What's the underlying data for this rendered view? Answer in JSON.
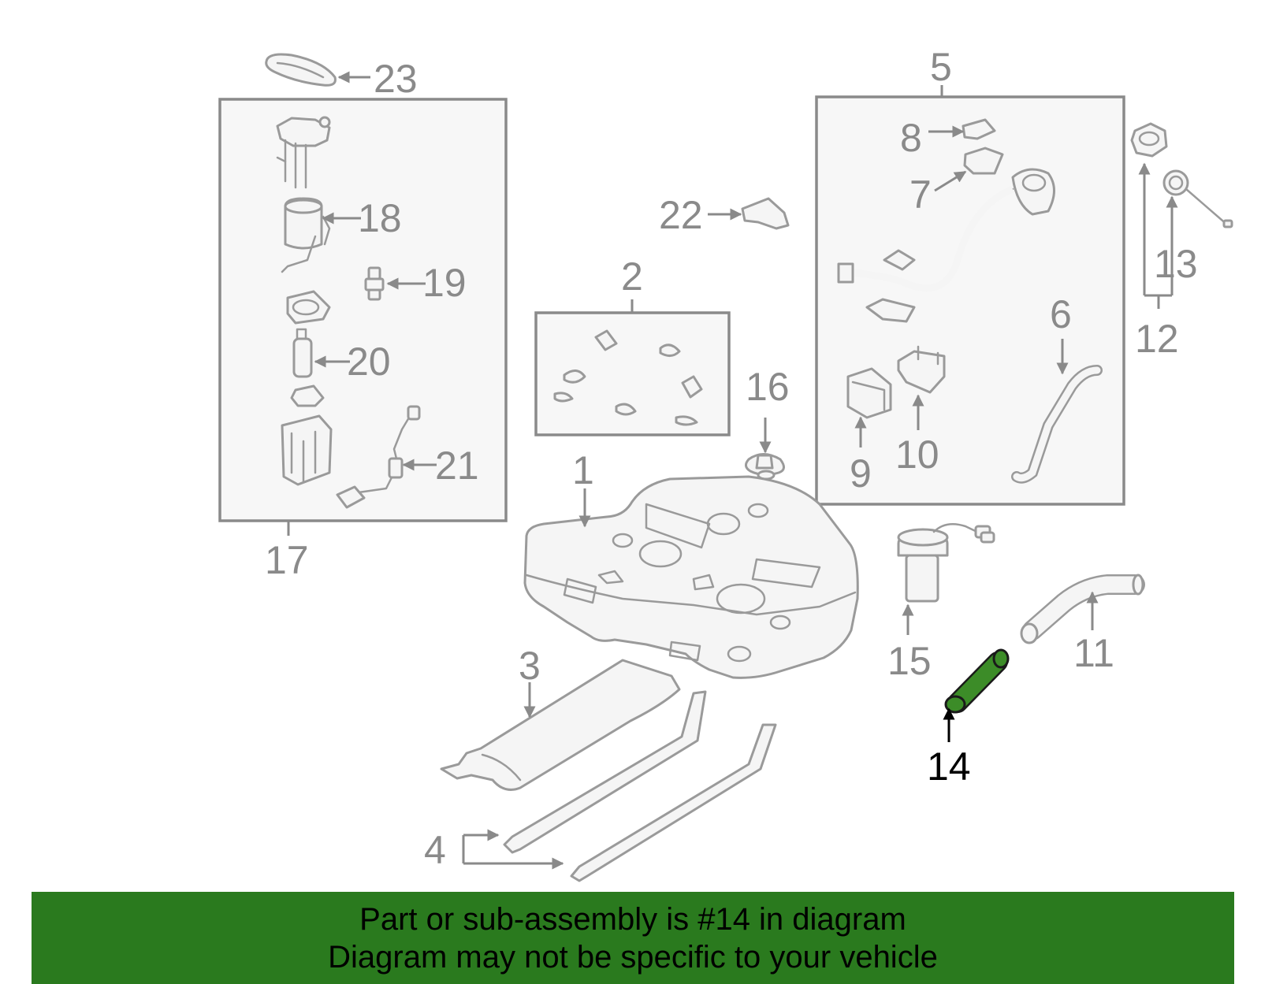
{
  "colors": {
    "banner_bg": "#2a7a1e",
    "part_stroke": "#9a9a9a",
    "label_gray": "#8a8a8a",
    "highlight_part": "#3c8c28",
    "highlight_label": "#000000"
  },
  "callouts": {
    "c1": "1",
    "c2": "2",
    "c3": "3",
    "c4": "4",
    "c5": "5",
    "c6": "6",
    "c7": "7",
    "c8": "8",
    "c9": "9",
    "c10": "10",
    "c11": "11",
    "c12": "12",
    "c13": "13",
    "c14": "14",
    "c15": "15",
    "c16": "16",
    "c17": "17",
    "c18": "18",
    "c19": "19",
    "c20": "20",
    "c21": "21",
    "c22": "22",
    "c23": "23"
  },
  "highlighted_part": "14",
  "banner": {
    "line1": "Part or sub-assembly is #14 in diagram",
    "line2": "Diagram may not be specific to your vehicle"
  }
}
